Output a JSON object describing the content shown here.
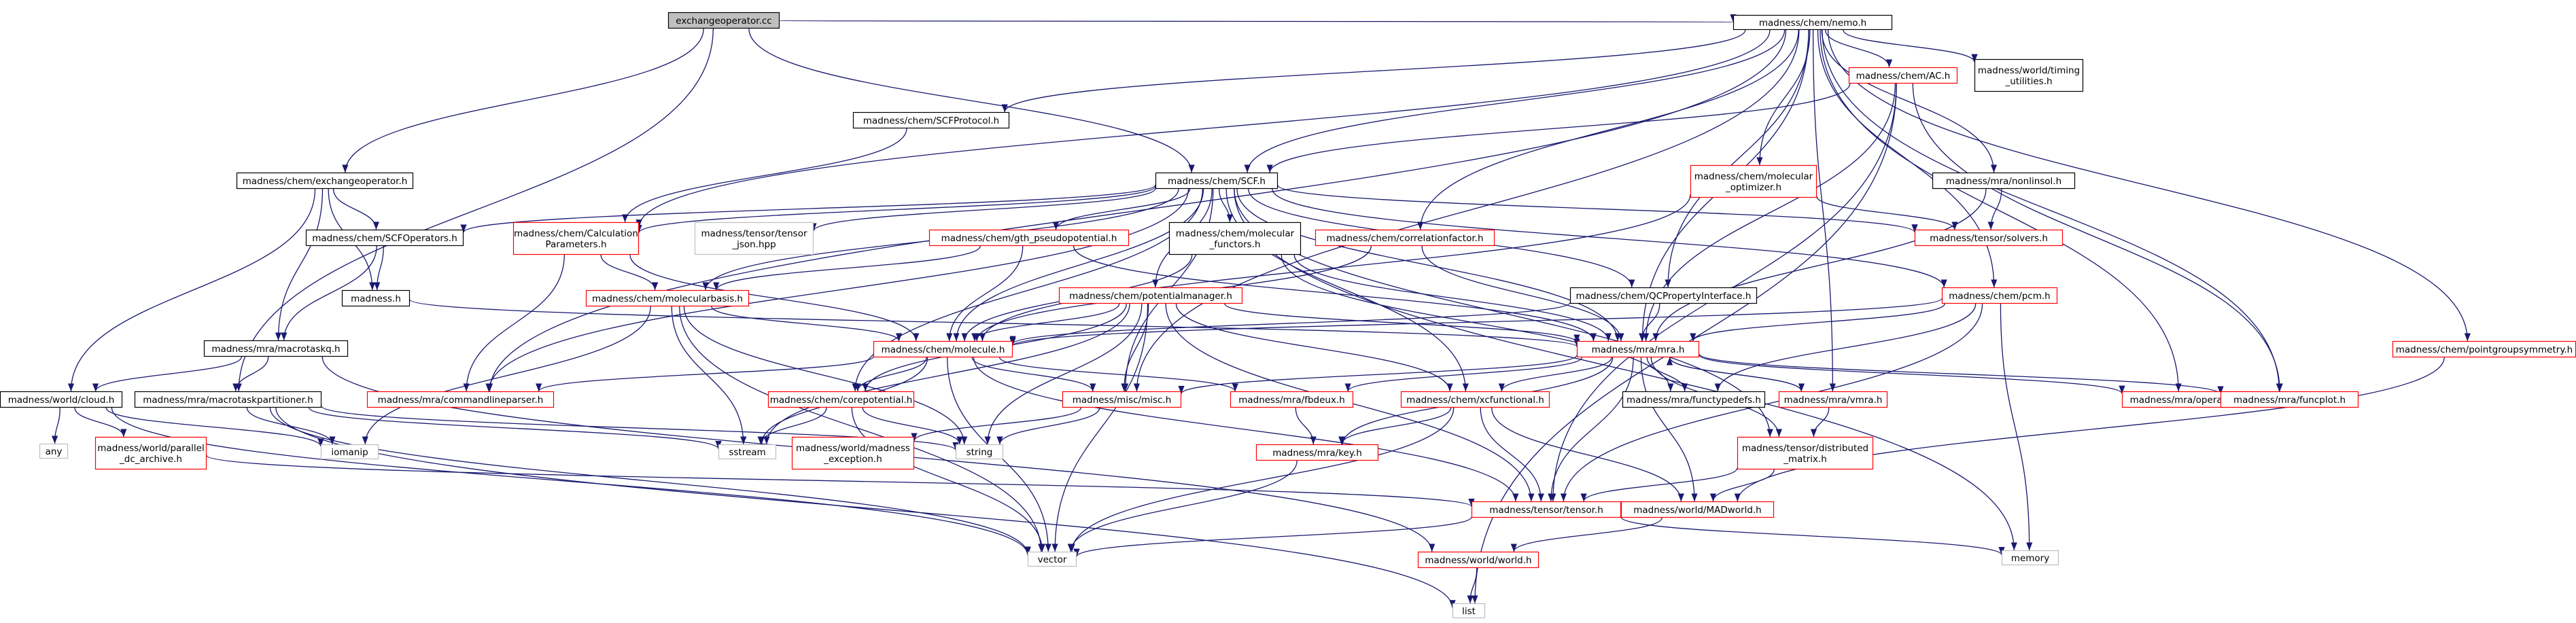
{
  "nodes": [
    {
      "id": "root",
      "label": "exchangeoperator.cc",
      "style": "root"
    },
    {
      "id": "nemo",
      "label": "madness/chem/nemo.h",
      "style": "black"
    },
    {
      "id": "ac",
      "label": "madness/chem/AC.h",
      "style": "red"
    },
    {
      "id": "timing",
      "label": "madness/world/timing\n_utilities.h",
      "style": "black"
    },
    {
      "id": "scfprot",
      "label": "madness/chem/SCFProtocol.h",
      "style": "black"
    },
    {
      "id": "exop",
      "label": "madness/chem/exchangeoperator.h",
      "style": "black"
    },
    {
      "id": "scf",
      "label": "madness/chem/SCF.h",
      "style": "black"
    },
    {
      "id": "molopt",
      "label": "madness/chem/molecular\n_optimizer.h",
      "style": "red"
    },
    {
      "id": "nonlinsol",
      "label": "madness/mra/nonlinsol.h",
      "style": "black"
    },
    {
      "id": "scfops",
      "label": "madness/chem/SCFOperators.h",
      "style": "black"
    },
    {
      "id": "calcparams",
      "label": "madness/chem/Calculation\nParameters.h",
      "style": "red"
    },
    {
      "id": "tensorjson",
      "label": "madness/tensor/tensor\n_json.hpp",
      "style": "gray"
    },
    {
      "id": "gthpseudo",
      "label": "madness/chem/gth_pseudopotential.h",
      "style": "red"
    },
    {
      "id": "molfunctors",
      "label": "madness/chem/molecular\n_functors.h",
      "style": "black"
    },
    {
      "id": "corrfactor",
      "label": "madness/chem/correlationfactor.h",
      "style": "red"
    },
    {
      "id": "solvers",
      "label": "madness/tensor/solvers.h",
      "style": "red"
    },
    {
      "id": "madnessh",
      "label": "madness.h",
      "style": "black"
    },
    {
      "id": "molbasis",
      "label": "madness/chem/molecularbasis.h",
      "style": "red"
    },
    {
      "id": "potman",
      "label": "madness/chem/potentialmanager.h",
      "style": "red"
    },
    {
      "id": "qcprop",
      "label": "madness/chem/QCPropertyInterface.h",
      "style": "black"
    },
    {
      "id": "pcm",
      "label": "madness/chem/pcm.h",
      "style": "red"
    },
    {
      "id": "macrotaskq",
      "label": "madness/mra/macrotaskq.h",
      "style": "black"
    },
    {
      "id": "molecule",
      "label": "madness/chem/molecule.h",
      "style": "red"
    },
    {
      "id": "mra",
      "label": "madness/mra/mra.h",
      "style": "red"
    },
    {
      "id": "pointgroup",
      "label": "madness/chem/pointgroupsymmetry.h",
      "style": "red"
    },
    {
      "id": "cloud",
      "label": "madness/world/cloud.h",
      "style": "black"
    },
    {
      "id": "mtpart",
      "label": "madness/mra/macrotaskpartitioner.h",
      "style": "black"
    },
    {
      "id": "cmdline",
      "label": "madness/mra/commandlineparser.h",
      "style": "red"
    },
    {
      "id": "corepot",
      "label": "madness/chem/corepotential.h",
      "style": "red"
    },
    {
      "id": "misc",
      "label": "madness/misc/misc.h",
      "style": "red"
    },
    {
      "id": "fbdeux",
      "label": "madness/mra/fbdeux.h",
      "style": "red"
    },
    {
      "id": "xcfunc",
      "label": "madness/chem/xcfunctional.h",
      "style": "red"
    },
    {
      "id": "functypedefs",
      "label": "madness/mra/functypedefs.h",
      "style": "black"
    },
    {
      "id": "vmra",
      "label": "madness/mra/vmra.h",
      "style": "red"
    },
    {
      "id": "operator",
      "label": "madness/mra/operator.h",
      "style": "red"
    },
    {
      "id": "funcplot",
      "label": "madness/mra/funcplot.h",
      "style": "red"
    },
    {
      "id": "any",
      "label": "any",
      "style": "gray"
    },
    {
      "id": "parallel",
      "label": "madness/world/parallel\n_dc_archive.h",
      "style": "red"
    },
    {
      "id": "iomanip",
      "label": "iomanip",
      "style": "gray"
    },
    {
      "id": "sstream",
      "label": "sstream",
      "style": "gray"
    },
    {
      "id": "madexc",
      "label": "madness/world/madness\n_exception.h",
      "style": "red"
    },
    {
      "id": "string",
      "label": "string",
      "style": "gray"
    },
    {
      "id": "key",
      "label": "madness/mra/key.h",
      "style": "red"
    },
    {
      "id": "distmat",
      "label": "madness/tensor/distributed\n_matrix.h",
      "style": "red"
    },
    {
      "id": "tensor",
      "label": "madness/tensor/tensor.h",
      "style": "red"
    },
    {
      "id": "madworld",
      "label": "madness/world/MADworld.h",
      "style": "red"
    },
    {
      "id": "memory",
      "label": "memory",
      "style": "gray"
    },
    {
      "id": "vector",
      "label": "vector",
      "style": "gray"
    },
    {
      "id": "world",
      "label": "madness/world/world.h",
      "style": "red"
    },
    {
      "id": "list",
      "label": "list",
      "style": "gray"
    }
  ],
  "edges": [
    [
      "root",
      "nemo"
    ],
    [
      "root",
      "exop"
    ],
    [
      "root",
      "scf"
    ],
    [
      "root",
      "mtpart"
    ],
    [
      "nemo",
      "ac"
    ],
    [
      "nemo",
      "timing"
    ],
    [
      "nemo",
      "scfprot"
    ],
    [
      "nemo",
      "scf"
    ],
    [
      "nemo",
      "molopt"
    ],
    [
      "nemo",
      "nonlinsol"
    ],
    [
      "nemo",
      "calcparams"
    ],
    [
      "nemo",
      "corrfactor"
    ],
    [
      "nemo",
      "qcprop"
    ],
    [
      "nemo",
      "pcm"
    ],
    [
      "nemo",
      "mra"
    ],
    [
      "nemo",
      "vmra"
    ],
    [
      "nemo",
      "operator"
    ],
    [
      "nemo",
      "funcplot"
    ],
    [
      "nemo",
      "pointgroup"
    ],
    [
      "nemo",
      "cmdline"
    ],
    [
      "nemo",
      "misc"
    ],
    [
      "ac",
      "scf"
    ],
    [
      "ac",
      "mra"
    ],
    [
      "ac",
      "funcplot"
    ],
    [
      "ac",
      "tensor"
    ],
    [
      "ac",
      "list"
    ],
    [
      "scfprot",
      "calcparams"
    ],
    [
      "exop",
      "scfops"
    ],
    [
      "exop",
      "madnessh"
    ],
    [
      "exop",
      "macrotaskq"
    ],
    [
      "exop",
      "cloud"
    ],
    [
      "scf",
      "scfops"
    ],
    [
      "scf",
      "calcparams"
    ],
    [
      "scf",
      "tensorjson"
    ],
    [
      "scf",
      "gthpseudo"
    ],
    [
      "scf",
      "molfunctors"
    ],
    [
      "scf",
      "potman"
    ],
    [
      "scf",
      "molbasis"
    ],
    [
      "scf",
      "molecule"
    ],
    [
      "scf",
      "qcprop"
    ],
    [
      "scf",
      "pcm"
    ],
    [
      "scf",
      "mra"
    ],
    [
      "scf",
      "solvers"
    ],
    [
      "scf",
      "xcfunc"
    ],
    [
      "scf",
      "corepot"
    ],
    [
      "scf",
      "cmdline"
    ],
    [
      "scf",
      "misc"
    ],
    [
      "scf",
      "memory"
    ],
    [
      "scf",
      "distmat"
    ],
    [
      "molopt",
      "solvers"
    ],
    [
      "molopt",
      "molecule"
    ],
    [
      "nonlinsol",
      "solvers"
    ],
    [
      "nonlinsol",
      "mra"
    ],
    [
      "scfops",
      "madnessh"
    ],
    [
      "scfops",
      "macrotaskq"
    ],
    [
      "calcparams",
      "molbasis"
    ],
    [
      "calcparams",
      "molecule"
    ],
    [
      "calcparams",
      "cmdline"
    ],
    [
      "gthpseudo",
      "molbasis"
    ],
    [
      "gthpseudo",
      "mra"
    ],
    [
      "gthpseudo",
      "molecule"
    ],
    [
      "molfunctors",
      "mra"
    ],
    [
      "molfunctors",
      "molecule"
    ],
    [
      "molfunctors",
      "functypedefs"
    ],
    [
      "corrfactor",
      "mra"
    ],
    [
      "corrfactor",
      "molecule"
    ],
    [
      "madnessh",
      "mra"
    ],
    [
      "molbasis",
      "molecule"
    ],
    [
      "molbasis",
      "iomanip"
    ],
    [
      "molbasis",
      "sstream"
    ],
    [
      "molbasis",
      "vector"
    ],
    [
      "molbasis",
      "string"
    ],
    [
      "potman",
      "mra"
    ],
    [
      "potman",
      "molecule"
    ],
    [
      "potman",
      "corepot"
    ],
    [
      "potman",
      "misc"
    ],
    [
      "potman",
      "string"
    ],
    [
      "potman",
      "vector"
    ],
    [
      "potman",
      "sstream"
    ],
    [
      "potman",
      "xcfunc"
    ],
    [
      "potman",
      "tensor"
    ],
    [
      "qcprop",
      "mra"
    ],
    [
      "qcprop",
      "molecule"
    ],
    [
      "pcm",
      "mra"
    ],
    [
      "pcm",
      "functypedefs"
    ],
    [
      "pcm",
      "memory"
    ],
    [
      "pcm",
      "tensor"
    ],
    [
      "pcm",
      "molecule"
    ],
    [
      "macrotaskq",
      "cloud"
    ],
    [
      "macrotaskq",
      "mtpart"
    ],
    [
      "macrotaskq",
      "world"
    ],
    [
      "molecule",
      "corepot"
    ],
    [
      "molecule",
      "fbdeux"
    ],
    [
      "molecule",
      "misc"
    ],
    [
      "molecule",
      "sstream"
    ],
    [
      "molecule",
      "vector"
    ],
    [
      "molecule",
      "tensor"
    ],
    [
      "molecule",
      "cmdline"
    ],
    [
      "mra",
      "misc"
    ],
    [
      "mra",
      "fbdeux"
    ],
    [
      "mra",
      "xcfunc"
    ],
    [
      "mra",
      "functypedefs"
    ],
    [
      "mra",
      "vmra"
    ],
    [
      "mra",
      "operator"
    ],
    [
      "mra",
      "funcplot"
    ],
    [
      "mra",
      "key"
    ],
    [
      "mra",
      "tensor"
    ],
    [
      "mra",
      "madworld"
    ],
    [
      "mra",
      "distmat"
    ],
    [
      "pointgroup",
      "madworld"
    ],
    [
      "cloud",
      "any"
    ],
    [
      "cloud",
      "iomanip"
    ],
    [
      "cloud",
      "parallel"
    ],
    [
      "cloud",
      "vector"
    ],
    [
      "mtpart",
      "iomanip"
    ],
    [
      "mtpart",
      "string"
    ],
    [
      "mtpart",
      "list"
    ],
    [
      "mtpart",
      "vector"
    ],
    [
      "mtpart",
      "sstream"
    ],
    [
      "corepot",
      "sstream"
    ],
    [
      "corepot",
      "string"
    ],
    [
      "corepot",
      "vector"
    ],
    [
      "misc",
      "madexc"
    ],
    [
      "misc",
      "string"
    ],
    [
      "fbdeux",
      "key"
    ],
    [
      "xcfunc",
      "key"
    ],
    [
      "xcfunc",
      "madworld"
    ],
    [
      "xcfunc",
      "tensor"
    ],
    [
      "xcfunc",
      "vector"
    ],
    [
      "vmra",
      "distmat"
    ],
    [
      "vmra",
      "mra"
    ],
    [
      "distmat",
      "tensor"
    ],
    [
      "distmat",
      "madworld"
    ],
    [
      "key",
      "vector"
    ],
    [
      "tensor",
      "vector"
    ],
    [
      "tensor",
      "memory"
    ],
    [
      "madworld",
      "world"
    ],
    [
      "parallel",
      "tensor"
    ],
    [
      "world",
      "list"
    ]
  ],
  "colors": {
    "edge": "#191970",
    "black_border": "#000000",
    "red_border": "#ff0000",
    "gray_border": "#bfbfbf",
    "root_fill": "#bfbfbf",
    "text": "#000000"
  }
}
